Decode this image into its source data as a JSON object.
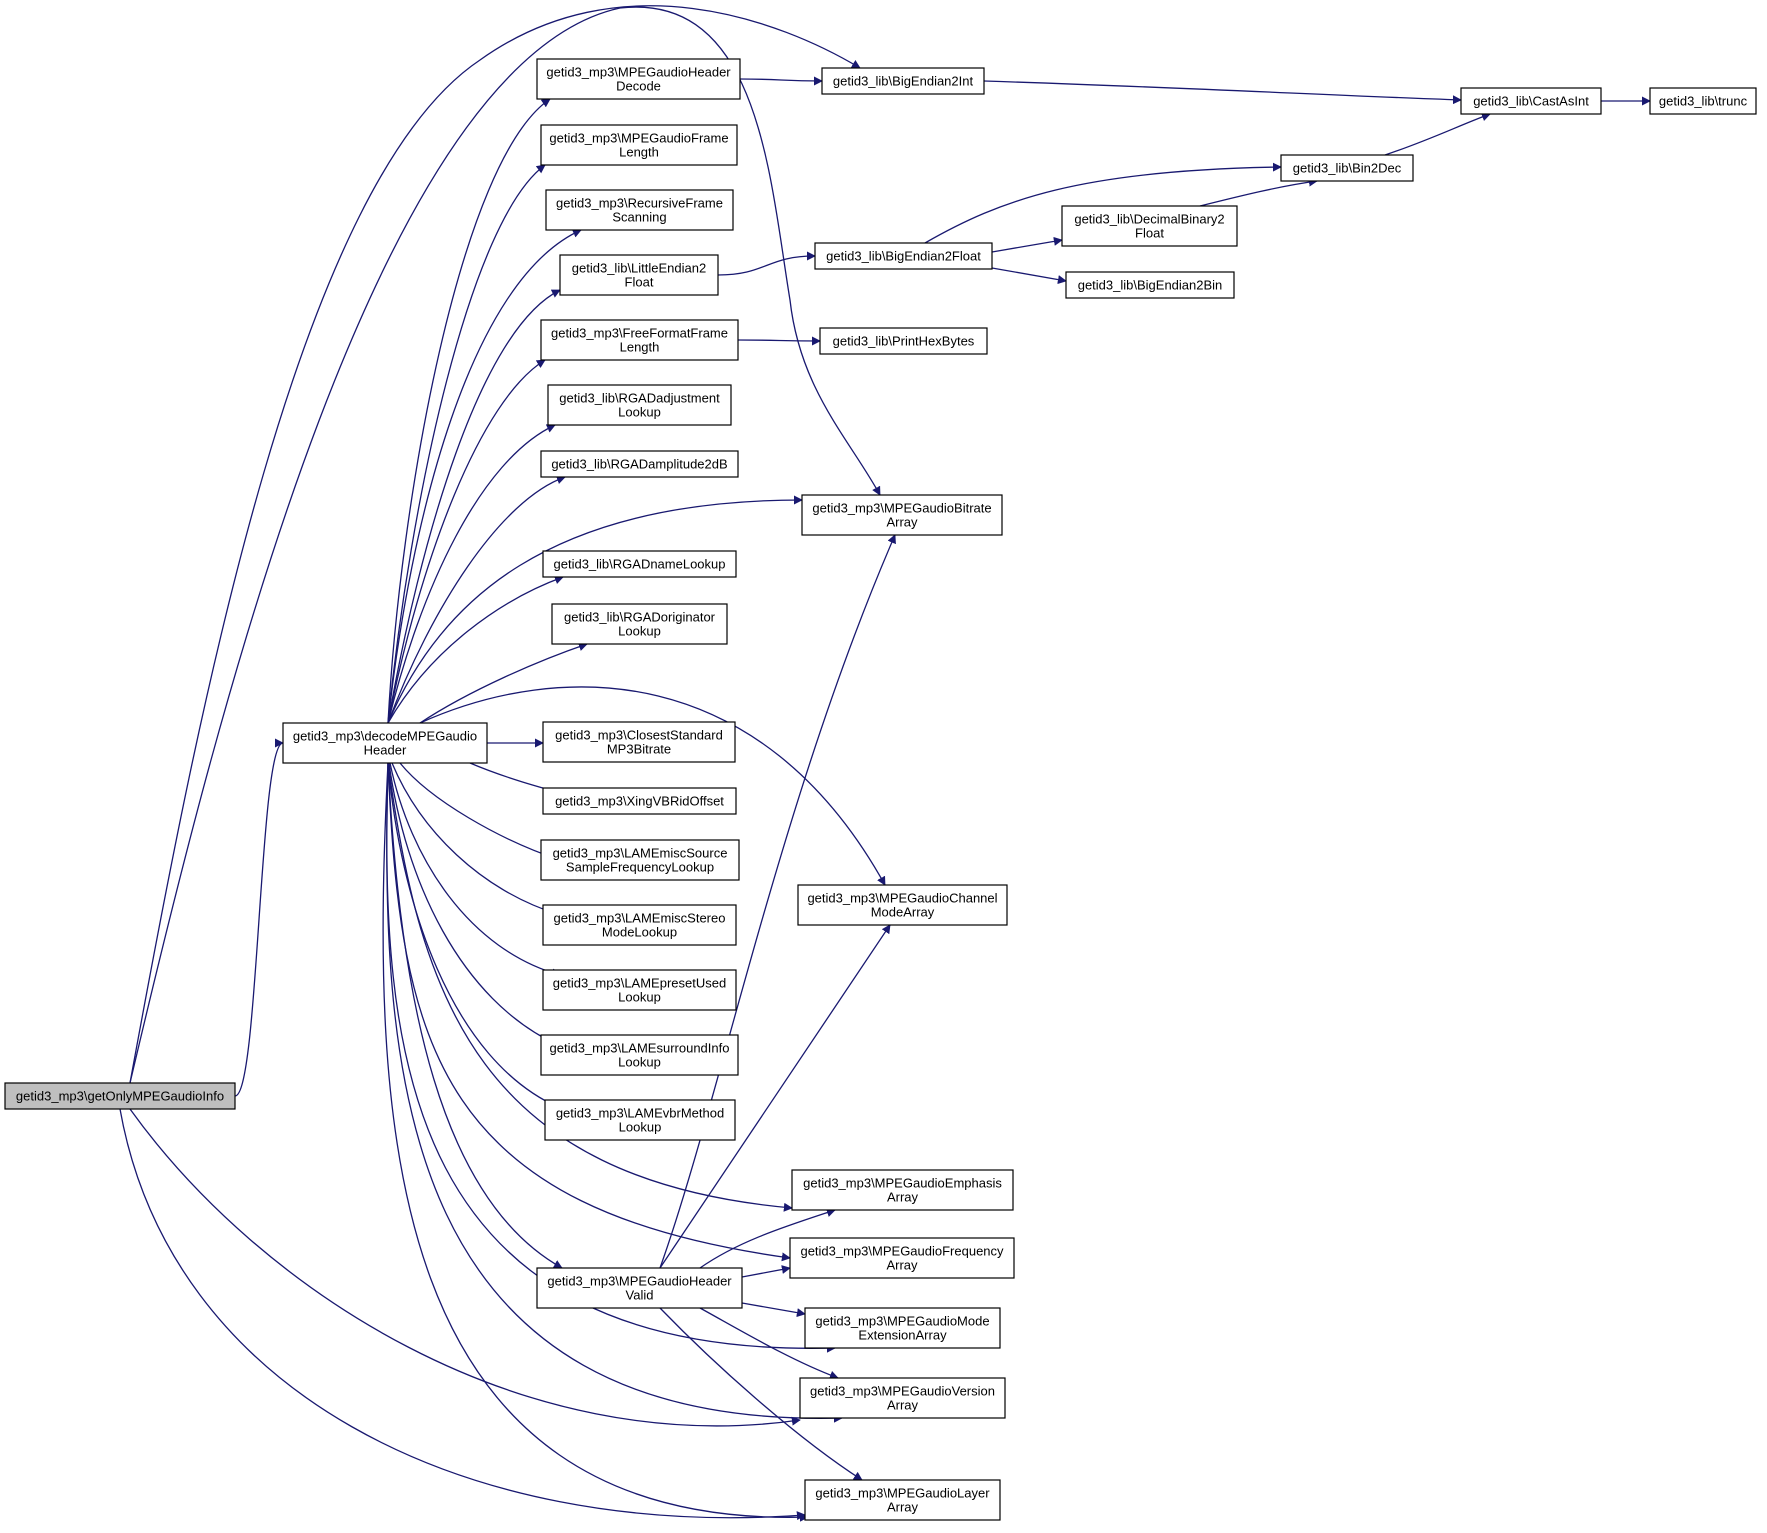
{
  "graph": {
    "edge_color": "#191970",
    "root_fill": "#bfbfbf",
    "nodes": [
      {
        "id": "getOnly",
        "lines": [
          "getid3_mp3\\getOnlyMPEGaudioInfo"
        ],
        "root": true
      },
      {
        "id": "decode",
        "lines": [
          "getid3_mp3\\decodeMPEGaudio",
          "Header"
        ]
      },
      {
        "id": "hdrDecode",
        "lines": [
          "getid3_mp3\\MPEGaudioHeader",
          "Decode"
        ]
      },
      {
        "id": "frameLen",
        "lines": [
          "getid3_mp3\\MPEGaudioFrame",
          "Length"
        ]
      },
      {
        "id": "recScan",
        "lines": [
          "getid3_mp3\\RecursiveFrame",
          "Scanning"
        ]
      },
      {
        "id": "le2f",
        "lines": [
          "getid3_lib\\LittleEndian2",
          "Float"
        ]
      },
      {
        "id": "freeFmt",
        "lines": [
          "getid3_mp3\\FreeFormatFrame",
          "Length"
        ]
      },
      {
        "id": "rgaAdj",
        "lines": [
          "getid3_lib\\RGADadjustment",
          "Lookup"
        ]
      },
      {
        "id": "rgaAmp",
        "lines": [
          "getid3_lib\\RGADamplitude2dB"
        ]
      },
      {
        "id": "rgaName",
        "lines": [
          "getid3_lib\\RGADnameLookup"
        ]
      },
      {
        "id": "rgaOrig",
        "lines": [
          "getid3_lib\\RGADoriginator",
          "Lookup"
        ]
      },
      {
        "id": "closest",
        "lines": [
          "getid3_mp3\\ClosestStandard",
          "MP3Bitrate"
        ]
      },
      {
        "id": "xing",
        "lines": [
          "getid3_mp3\\XingVBRidOffset"
        ]
      },
      {
        "id": "lameSrc",
        "lines": [
          "getid3_mp3\\LAMEmiscSource",
          "SampleFrequencyLookup"
        ]
      },
      {
        "id": "lameStereo",
        "lines": [
          "getid3_mp3\\LAMEmiscStereo",
          "ModeLookup"
        ]
      },
      {
        "id": "lamePreset",
        "lines": [
          "getid3_mp3\\LAMEpresetUsed",
          "Lookup"
        ]
      },
      {
        "id": "lameSurr",
        "lines": [
          "getid3_mp3\\LAMEsurroundInfo",
          "Lookup"
        ]
      },
      {
        "id": "lameVbr",
        "lines": [
          "getid3_mp3\\LAMEvbrMethod",
          "Lookup"
        ]
      },
      {
        "id": "hdrValid",
        "lines": [
          "getid3_mp3\\MPEGaudioHeader",
          "Valid"
        ]
      },
      {
        "id": "be2int",
        "lines": [
          "getid3_lib\\BigEndian2Int"
        ]
      },
      {
        "id": "be2float",
        "lines": [
          "getid3_lib\\BigEndian2Float"
        ]
      },
      {
        "id": "printHex",
        "lines": [
          "getid3_lib\\PrintHexBytes"
        ]
      },
      {
        "id": "bitrate",
        "lines": [
          "getid3_mp3\\MPEGaudioBitrate",
          "Array"
        ]
      },
      {
        "id": "channel",
        "lines": [
          "getid3_mp3\\MPEGaudioChannel",
          "ModeArray"
        ]
      },
      {
        "id": "emphasis",
        "lines": [
          "getid3_mp3\\MPEGaudioEmphasis",
          "Array"
        ]
      },
      {
        "id": "frequency",
        "lines": [
          "getid3_mp3\\MPEGaudioFrequency",
          "Array"
        ]
      },
      {
        "id": "modeExt",
        "lines": [
          "getid3_mp3\\MPEGaudioMode",
          "ExtensionArray"
        ]
      },
      {
        "id": "version",
        "lines": [
          "getid3_mp3\\MPEGaudioVersion",
          "Array"
        ]
      },
      {
        "id": "layer",
        "lines": [
          "getid3_mp3\\MPEGaudioLayer",
          "Array"
        ]
      },
      {
        "id": "castAsInt",
        "lines": [
          "getid3_lib\\CastAsInt"
        ]
      },
      {
        "id": "bin2dec",
        "lines": [
          "getid3_lib\\Bin2Dec"
        ]
      },
      {
        "id": "decBin2F",
        "lines": [
          "getid3_lib\\DecimalBinary2",
          "Float"
        ]
      },
      {
        "id": "be2bin",
        "lines": [
          "getid3_lib\\BigEndian2Bin"
        ]
      },
      {
        "id": "trunc",
        "lines": [
          "getid3_lib\\trunc"
        ]
      }
    ],
    "edges": [
      [
        "getOnly",
        "decode"
      ],
      [
        "getOnly",
        "be2int"
      ],
      [
        "getOnly",
        "bitrate"
      ],
      [
        "getOnly",
        "version"
      ],
      [
        "getOnly",
        "layer"
      ],
      [
        "decode",
        "hdrDecode"
      ],
      [
        "decode",
        "frameLen"
      ],
      [
        "decode",
        "recScan"
      ],
      [
        "decode",
        "le2f"
      ],
      [
        "decode",
        "freeFmt"
      ],
      [
        "decode",
        "rgaAdj"
      ],
      [
        "decode",
        "rgaAmp"
      ],
      [
        "decode",
        "bitrate"
      ],
      [
        "decode",
        "rgaName"
      ],
      [
        "decode",
        "rgaOrig"
      ],
      [
        "decode",
        "channel"
      ],
      [
        "decode",
        "closest"
      ],
      [
        "decode",
        "xing"
      ],
      [
        "decode",
        "lameSrc"
      ],
      [
        "decode",
        "lameStereo"
      ],
      [
        "decode",
        "lamePreset"
      ],
      [
        "decode",
        "lameSurr"
      ],
      [
        "decode",
        "lameVbr"
      ],
      [
        "decode",
        "emphasis"
      ],
      [
        "decode",
        "frequency"
      ],
      [
        "decode",
        "hdrValid"
      ],
      [
        "decode",
        "modeExt"
      ],
      [
        "decode",
        "version"
      ],
      [
        "decode",
        "layer"
      ],
      [
        "hdrDecode",
        "be2int"
      ],
      [
        "le2f",
        "be2float"
      ],
      [
        "freeFmt",
        "printHex"
      ],
      [
        "hdrValid",
        "bitrate"
      ],
      [
        "hdrValid",
        "channel"
      ],
      [
        "hdrValid",
        "emphasis"
      ],
      [
        "hdrValid",
        "frequency"
      ],
      [
        "hdrValid",
        "modeExt"
      ],
      [
        "hdrValid",
        "version"
      ],
      [
        "hdrValid",
        "layer"
      ],
      [
        "be2int",
        "castAsInt"
      ],
      [
        "be2float",
        "bin2dec"
      ],
      [
        "be2float",
        "decBin2F"
      ],
      [
        "be2float",
        "be2bin"
      ],
      [
        "decBin2F",
        "bin2dec"
      ],
      [
        "bin2dec",
        "castAsInt"
      ],
      [
        "castAsInt",
        "trunc"
      ]
    ]
  }
}
